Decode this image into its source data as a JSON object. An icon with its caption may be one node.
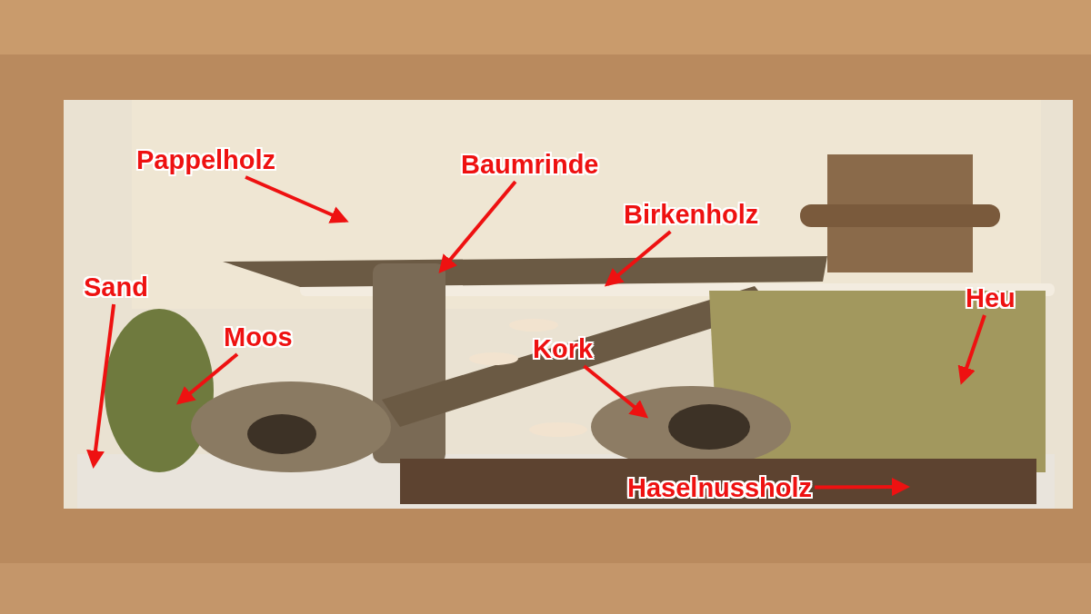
{
  "diagram": {
    "nodes": [
      {
        "text": [
          "Pappelholz"
        ]
      },
      {
        "text": [
          "Baumrinde"
        ]
      },
      {
        "text": [
          "Birkenholz"
        ]
      },
      {
        "text": [
          "Sand"
        ]
      },
      {
        "text": [
          "Moos"
        ]
      },
      {
        "text": [
          "Heu"
        ]
      },
      {
        "text": [
          "Kork"
        ]
      },
      {
        "text": [
          "Haselnussholz"
        ]
      }
    ],
    "edges": [
      {
        "from": 0,
        "to": null,
        "arrow": "to"
      },
      {
        "from": 1,
        "to": null,
        "arrow": "to"
      },
      {
        "from": 2,
        "to": null,
        "arrow": "to"
      },
      {
        "from": 3,
        "to": null,
        "arrow": "to"
      },
      {
        "from": 4,
        "to": null,
        "arrow": "to"
      },
      {
        "from": 5,
        "to": null,
        "arrow": "to"
      },
      {
        "from": 6,
        "to": null,
        "arrow": "to"
      },
      {
        "from": 7,
        "to": null,
        "arrow": "to"
      }
    ]
  }
}
